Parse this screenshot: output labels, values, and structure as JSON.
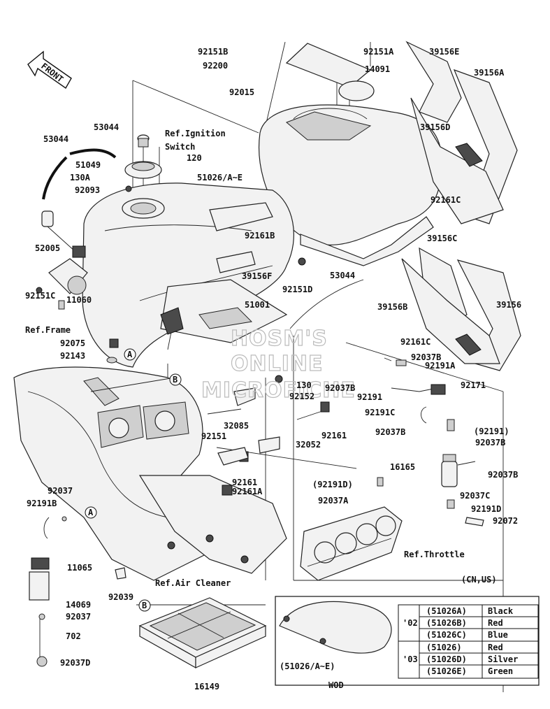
{
  "diagram": {
    "front_label": "FRONT",
    "watermark": [
      "HOSM'S",
      "ONLINE",
      "MICROFICHE"
    ],
    "refs": {
      "ignition_line1": "Ref.Ignition",
      "ignition_line2": "Switch",
      "frame": "Ref.Frame",
      "air_cleaner": "Ref.Air Cleaner",
      "throttle": "Ref.Throttle"
    },
    "markers": {
      "a": "A",
      "b": "B"
    },
    "region_note": "(CN,US)",
    "variant_caption": "(51026/A~E)",
    "variant_footer": "WOD",
    "color_table": {
      "rows": [
        {
          "year": "'02",
          "part": "(51026A)",
          "color": "Black"
        },
        {
          "year": "",
          "part": "(51026B)",
          "color": "Red"
        },
        {
          "year": "",
          "part": "(51026C)",
          "color": "Blue"
        },
        {
          "year": "'03",
          "part": "(51026)",
          "color": "Red"
        },
        {
          "year": "",
          "part": "(51026D)",
          "color": "Silver"
        },
        {
          "year": "",
          "part": "(51026E)",
          "color": "Green"
        }
      ]
    },
    "parts": [
      "92151B",
      "92200",
      "92015",
      "92151A",
      "14091",
      "39156E",
      "39156A",
      "39156D",
      "53044",
      "53044",
      "51049",
      "130A",
      "92093",
      "120",
      "51026/A~E",
      "92161C",
      "52005",
      "92161B",
      "39156F",
      "92151D",
      "53044",
      "39156C",
      "92151C",
      "11060",
      "51001",
      "39156B",
      "39156",
      "92075",
      "92143",
      "92161C",
      "92037B",
      "92191A",
      "92037B",
      "130",
      "92152",
      "92191",
      "92171",
      "32085",
      "92151",
      "92161",
      "92191C",
      "32052",
      "92037B",
      "(92191)",
      "92037B",
      "16165",
      "92037B",
      "92161",
      "92161A",
      "(92191D)",
      "92037A",
      "92037C",
      "92191D",
      "92072",
      "92037",
      "92191B",
      "11065",
      "14069",
      "92039",
      "92037",
      "702",
      "92037D",
      "16149"
    ]
  }
}
